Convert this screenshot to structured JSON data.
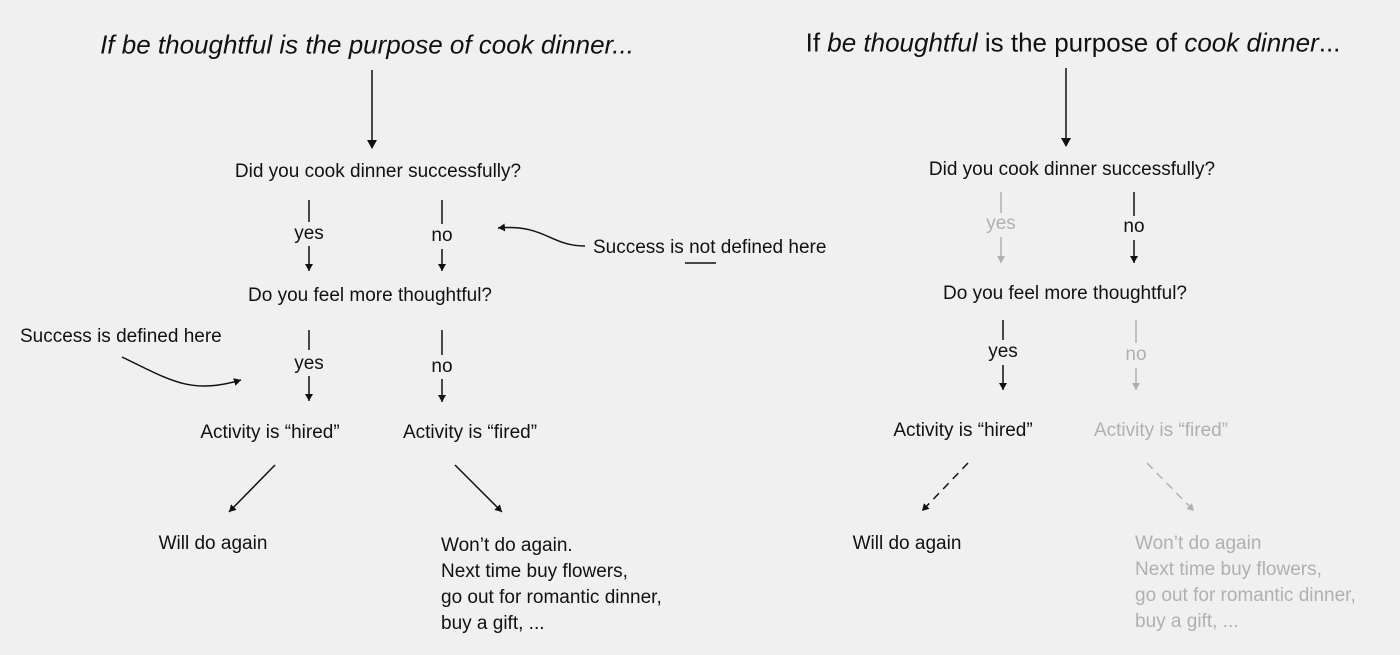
{
  "left": {
    "title": "If be thoughtful is the purpose of cook dinner...",
    "q1": "Did you cook dinner successfully?",
    "q1_yes": "yes",
    "q1_no": "no",
    "q2": "Do you feel more thoughtful?",
    "q2_yes": "yes",
    "q2_no": "no",
    "hired": "Activity is “hired”",
    "fired": "Activity is “fired”",
    "will_do": "Will do again",
    "wont_do": [
      "Won’t do again.",
      "Next time buy flowers,",
      "go out for romantic dinner,",
      "buy a gift, ..."
    ],
    "annotation_not_defined": {
      "pre": "Success is ",
      "underlined": "not",
      "post": " defined here"
    },
    "annotation_defined": "Success is defined here"
  },
  "right": {
    "title": {
      "p1": "If ",
      "p2": "be thoughtful",
      "p3": " is the purpose of ",
      "p4": "cook dinner",
      "p5": "..."
    },
    "q1": "Did you cook dinner successfully?",
    "q1_yes": "yes",
    "q1_no": "no",
    "q2": "Do you feel more thoughtful?",
    "q2_yes": "yes",
    "q2_no": "no",
    "hired": "Activity is “hired”",
    "fired": "Activity is “fired”",
    "will_do": "Will do again",
    "wont_do": [
      "Won’t do again",
      "Next time buy flowers,",
      "go out for romantic dinner,",
      "buy a gift, ..."
    ]
  },
  "colors": {
    "background": "#f0f0f0",
    "active": "#111111",
    "inactive": "#b0b0b0"
  }
}
